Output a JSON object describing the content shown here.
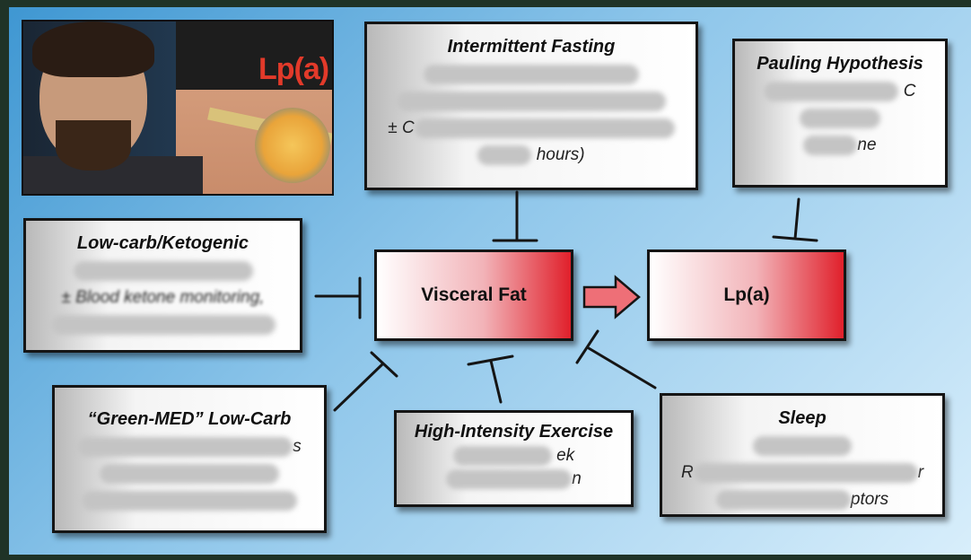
{
  "diagram": {
    "center_node": "Visceral Fat",
    "target_node": "Lp(a)",
    "thumbnail_text": "Lp(a)",
    "boxes": {
      "intermittent_fasting": {
        "title": "Intermittent Fasting",
        "line3_prefix": "± C",
        "line4_suffix": "hours)"
      },
      "pauling": {
        "title": "Pauling Hypothesis",
        "line1_suffix": "C",
        "line3_suffix": "ne"
      },
      "low_carb": {
        "title": "Low-carb/Ketogenic",
        "line2": "± Blood ketone monitoring,"
      },
      "green_med": {
        "title": "“Green-MED” Low-Carb",
        "line1_suffix": "s"
      },
      "hiit": {
        "title": "High-Intensity Exercise",
        "line1_suffix": "ek",
        "line2_suffix": "n"
      },
      "sleep": {
        "title": "Sleep",
        "line2_prefix": "R",
        "line2_suffix": "r",
        "line3_suffix": "ptors"
      }
    }
  },
  "colors": {
    "node_fill_start": "#ffffff",
    "node_fill_end": "#e0202b",
    "background": "#8ec6ea"
  }
}
